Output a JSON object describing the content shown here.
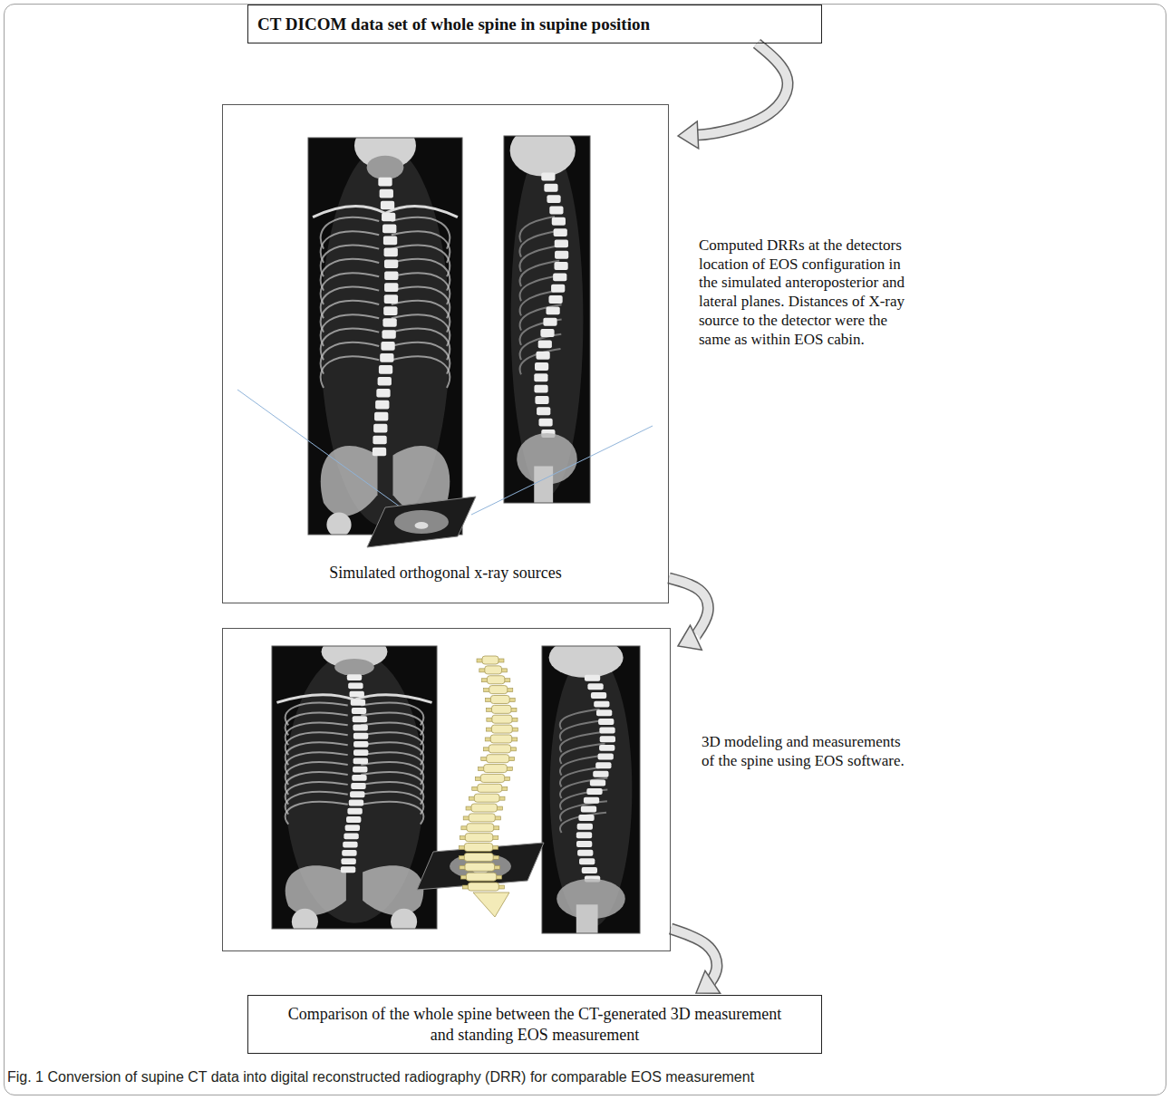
{
  "diagram": {
    "caption": "Fig. 1 Conversion of supine CT data into digital reconstructed radiography (DRR) for comparable EOS measurement",
    "nodes": [
      {
        "text": [
          "CT DICOM data set of whole spine in supine position"
        ]
      },
      {
        "text": [
          "Simulated orthogonal x-ray sources",
          "Computed DRRs at the detectors location of EOS configuration in the simulated anteroposterior and lateral planes. Distances of X-ray source to the detector were the same as within EOS cabin."
        ]
      },
      {
        "text": [
          "3D modeling and measurements of the spine using EOS software."
        ]
      },
      {
        "text": [
          "Comparison of the whole spine between the CT-generated 3D measurement and standing EOS measurement"
        ]
      }
    ],
    "edges": [
      {
        "from": 0,
        "to": 1,
        "arrow": "to"
      },
      {
        "from": 1,
        "to": 2,
        "arrow": "to"
      },
      {
        "from": 2,
        "to": 3,
        "arrow": "to"
      }
    ]
  }
}
